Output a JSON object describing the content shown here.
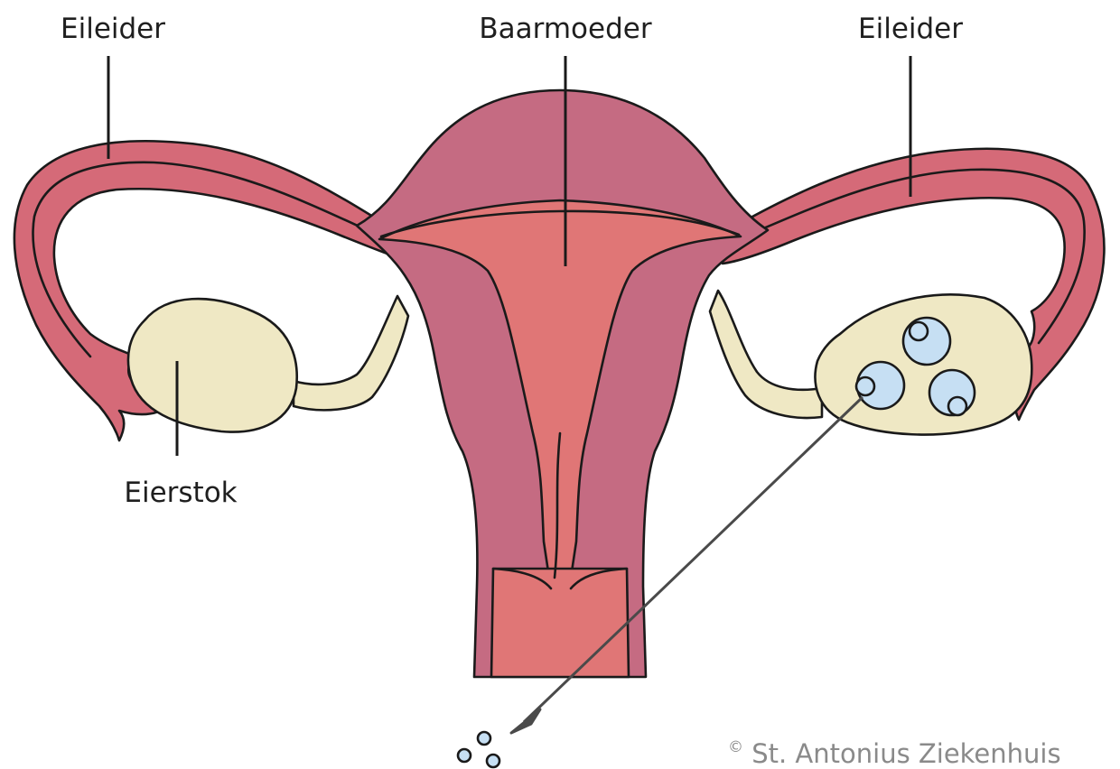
{
  "labels": {
    "left_tube": "Eileider",
    "uterus": "Baarmoeder",
    "right_tube": "Eileider",
    "ovary": "Eierstok"
  },
  "copyright": {
    "symbol": "©",
    "text": "St. Antonius Ziekenhuis"
  },
  "colors": {
    "uterus_wall": "#c56b82",
    "uterus_cavity": "#e07676",
    "ovary": "#efe8c4",
    "follicle": "#c6dff3",
    "outline": "#1a1a1a",
    "copyright_text": "#8a8a8a"
  },
  "icons": {
    "eggs": "egg-cells-icon",
    "aspiration_needle": "needle-icon"
  }
}
